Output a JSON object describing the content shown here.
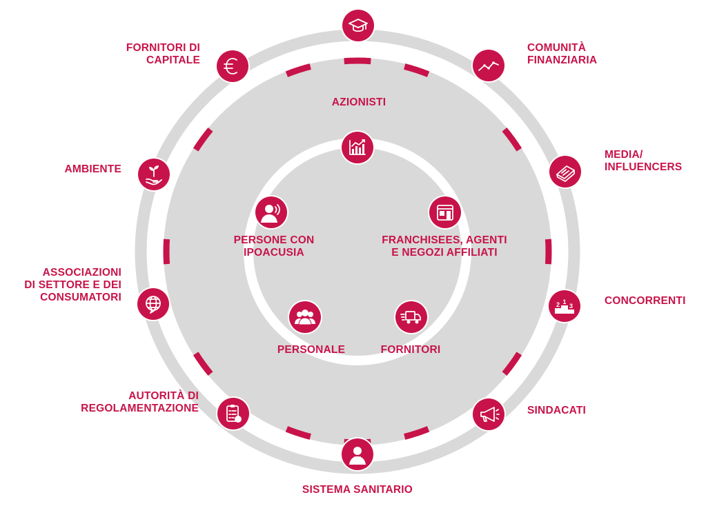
{
  "diagram": {
    "colors": {
      "accent": "#c8134a",
      "ring": "#d9d9d9",
      "background": "#ffffff"
    },
    "outer_stakeholders": [
      {
        "id": "sistema-sanitario",
        "lines": [
          "SISTEMA SANITARIO"
        ],
        "icon": "doctor-icon"
      },
      {
        "id": "autorita",
        "lines": [
          "AUTORITÀ DI",
          "REGOLAMENTAZIONE"
        ],
        "icon": "clipboard-checklist-icon"
      },
      {
        "id": "associazioni",
        "lines": [
          "ASSOCIAZIONI",
          "DI SETTORE E DEI",
          "CONSUMATORI"
        ],
        "icon": "globe-icon"
      },
      {
        "id": "ambiente",
        "lines": [
          "AMBIENTE"
        ],
        "icon": "plant-in-hand-icon"
      },
      {
        "id": "fornitori-capitale",
        "lines": [
          "FORNITORI DI",
          "CAPITALE"
        ],
        "icon": "euro-icon"
      },
      {
        "id": "education",
        "lines": [],
        "icon": "graduation-cap-icon"
      },
      {
        "id": "comunita-finanziaria",
        "lines": [
          "COMUNITÀ",
          "FINANZIARIA"
        ],
        "icon": "trend-line-icon"
      },
      {
        "id": "media",
        "lines": [
          "MEDIA/",
          "INFLUENCERS"
        ],
        "icon": "newspaper-icon"
      },
      {
        "id": "concorrenti",
        "lines": [
          "CONCORRENTI"
        ],
        "icon": "podium-icon"
      },
      {
        "id": "sindacati",
        "lines": [
          "SINDACATI"
        ],
        "icon": "megaphone-icon"
      }
    ],
    "inner_stakeholders": [
      {
        "id": "azionisti",
        "lines": [
          "AZIONISTI"
        ],
        "icon": "bar-chart-icon"
      },
      {
        "id": "franchisees",
        "lines": [
          "FRANCHISEES, AGENTI",
          "E NEGOZI AFFILIATI"
        ],
        "icon": "storefront-icon"
      },
      {
        "id": "fornitori",
        "lines": [
          "FORNITORI"
        ],
        "icon": "delivery-truck-icon"
      },
      {
        "id": "personale",
        "lines": [
          "PERSONALE"
        ],
        "icon": "people-group-icon"
      },
      {
        "id": "persone-ipoacusia",
        "lines": [
          "PERSONE CON",
          "IPOACUSIA"
        ],
        "icon": "person-hearing-icon"
      }
    ]
  }
}
